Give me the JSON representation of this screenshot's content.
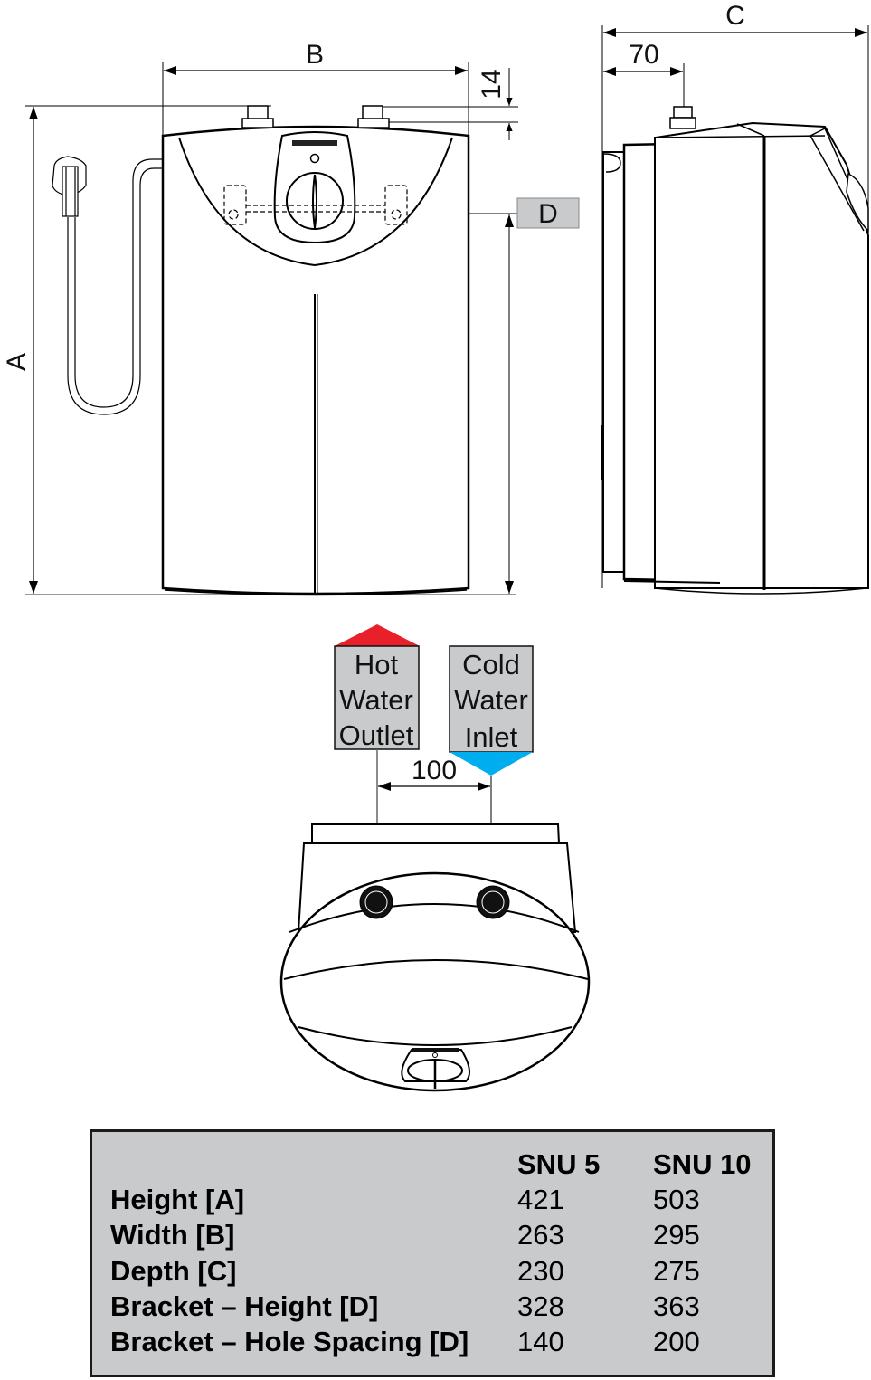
{
  "front_view": {
    "dim_width_label": "B",
    "dim_height_label": "A",
    "dim_top_offset_label": "14",
    "bracket_label": "D"
  },
  "side_view": {
    "dim_depth_label": "C",
    "dim_connection_offset_label": "70"
  },
  "bottom_view": {
    "hot_label_lines": [
      "Hot",
      "Water",
      "Outlet"
    ],
    "cold_label_lines": [
      "Cold",
      "Water",
      "Inlet"
    ],
    "connection_spacing_label": "100",
    "hot_color": "#e8202a",
    "cold_color": "#00aeef"
  },
  "spec_table": {
    "columns": [
      "",
      "SNU 5",
      "SNU 10"
    ],
    "rows": [
      {
        "label": "Height [A]",
        "snu5": "421",
        "snu10": "503"
      },
      {
        "label": "Width [B]",
        "snu5": "263",
        "snu10": "295"
      },
      {
        "label": "Depth [C]",
        "snu5": "230",
        "snu10": "275"
      },
      {
        "label": "Bracket – Height [D]",
        "snu5": "328",
        "snu10": "363"
      },
      {
        "label": "Bracket – Hole Spacing [D]",
        "snu5": "140",
        "snu10": "200"
      }
    ],
    "background": "#c9cacc"
  }
}
